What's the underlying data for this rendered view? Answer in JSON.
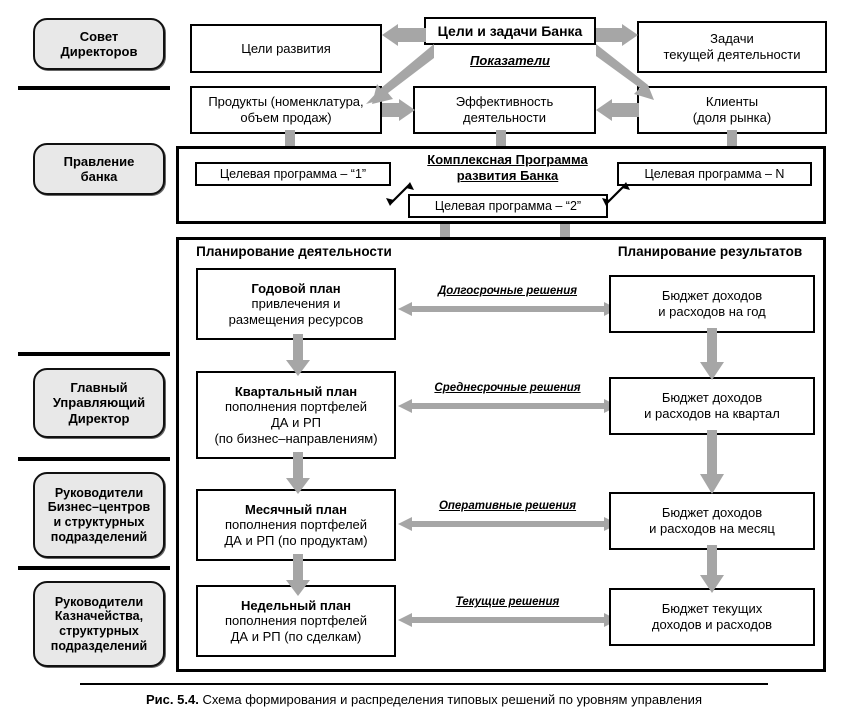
{
  "figure": {
    "caption_number": "Рис. 5.4.",
    "caption_text": "Схема формирования и распределения типовых решений по уровням управления"
  },
  "colors": {
    "arrow_grey": "#a6a6a6",
    "badge_fill": "#e8e8e8",
    "line_black": "#000000",
    "box_fill": "#ffffff"
  },
  "levels": [
    {
      "id": "board-of-directors",
      "label": "Совет\nДиректоров",
      "line1": "Совет",
      "line2": "Директоров"
    },
    {
      "id": "bank-management",
      "label": "Правление\nбанка",
      "line1": "Правление",
      "line2": "банка"
    },
    {
      "id": "chief-managing-director",
      "label": "Главный\nУправляющий\nДиректор",
      "line1": "Главный",
      "line2": "Управляющий",
      "line3": "Директор"
    },
    {
      "id": "business-center-heads",
      "label": "Руководители\nБизнес–центров\nи структурных\nподразделений",
      "line1": "Руководители",
      "line2": "Бизнес–центров",
      "line3": "и структурных",
      "line4": "подразделений"
    },
    {
      "id": "treasury-heads",
      "label": "Руководители\nКазначейства,\nструктурных\nподразделений",
      "line1": "Руководители",
      "line2": "Казначейства,",
      "line3": "структурных",
      "line4": "подразделений"
    }
  ],
  "top_section": {
    "goals_and_tasks": "Цели и задачи Банка",
    "indicators_label": "Показатели",
    "development_goals": "Цели развития",
    "current_tasks_line1": "Задачи",
    "current_tasks_line2": "текущей деятельности",
    "products_line1": "Продукты (номенклатура,",
    "products_line2": "объем продаж)",
    "efficiency_line1": "Эффективность",
    "efficiency_line2": "деятельности",
    "clients_line1": "Клиенты",
    "clients_line2": "(доля рынка)"
  },
  "program_section": {
    "title_line1": "Комплексная Программа",
    "title_line2": "развития Банка",
    "program_1": "Целевая программа – “1”",
    "program_2": "Целевая программа – “2”",
    "program_n": "Целевая программа – N"
  },
  "planning_section": {
    "left_heading": "Планирование деятельности",
    "right_heading": "Планирование результатов",
    "rows": [
      {
        "id": "annual",
        "plan_title": "Годовой план",
        "plan_lines": [
          "привлечения и",
          "размещения ресурсов"
        ],
        "decision_label": "Долгосрочные решения",
        "budget_lines": [
          "Бюджет доходов",
          "и расходов на год"
        ]
      },
      {
        "id": "quarterly",
        "plan_title": "Квартальный план",
        "plan_lines": [
          "пополнения портфелей",
          "ДА и РП",
          "(по бизнес–направлениям)"
        ],
        "decision_label": "Среднесрочные решения",
        "budget_lines": [
          "Бюджет доходов",
          "и расходов на квартал"
        ]
      },
      {
        "id": "monthly",
        "plan_title": "Месячный план",
        "plan_lines": [
          "пополнения портфелей",
          "ДА и РП (по продуктам)"
        ],
        "decision_label": "Оперативные решения",
        "budget_lines": [
          "Бюджет доходов",
          "и расходов на месяц"
        ]
      },
      {
        "id": "weekly",
        "plan_title": "Недельный план",
        "plan_lines": [
          "пополнения портфелей",
          "ДА и РП (по сделкам)"
        ],
        "decision_label": "Текущие решения",
        "budget_lines": [
          "Бюджет текущих",
          "доходов и расходов"
        ]
      }
    ]
  }
}
